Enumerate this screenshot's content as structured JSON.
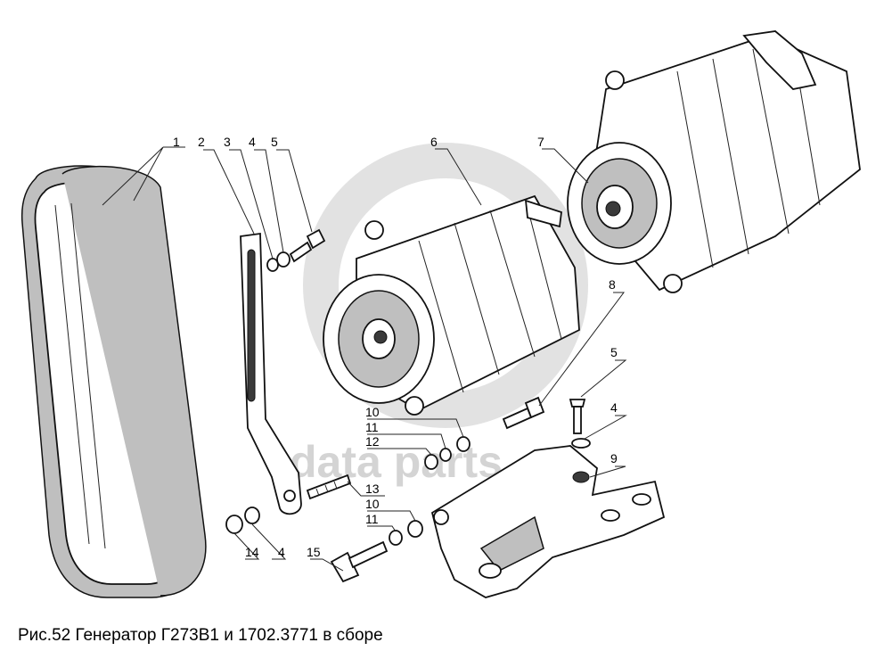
{
  "caption": "Рис.52 Генератор Г273В1 и 1702.3771 в сборе",
  "watermark": "data parts",
  "callouts": [
    {
      "id": "c1a",
      "text": "1"
    },
    {
      "id": "c2",
      "text": "2"
    },
    {
      "id": "c3",
      "text": "3"
    },
    {
      "id": "c4a",
      "text": "4"
    },
    {
      "id": "c5a",
      "text": "5"
    },
    {
      "id": "c6",
      "text": "6"
    },
    {
      "id": "c7",
      "text": "7"
    },
    {
      "id": "c8",
      "text": "8"
    },
    {
      "id": "c5b",
      "text": "5"
    },
    {
      "id": "c4b",
      "text": "4"
    },
    {
      "id": "c9",
      "text": "9"
    },
    {
      "id": "c10a",
      "text": "10"
    },
    {
      "id": "c11a",
      "text": "11"
    },
    {
      "id": "c12",
      "text": "12"
    },
    {
      "id": "c13",
      "text": "13"
    },
    {
      "id": "c10b",
      "text": "10"
    },
    {
      "id": "c11b",
      "text": "11"
    },
    {
      "id": "c14",
      "text": "14"
    },
    {
      "id": "c4c",
      "text": "4"
    },
    {
      "id": "c15",
      "text": "15"
    }
  ]
}
